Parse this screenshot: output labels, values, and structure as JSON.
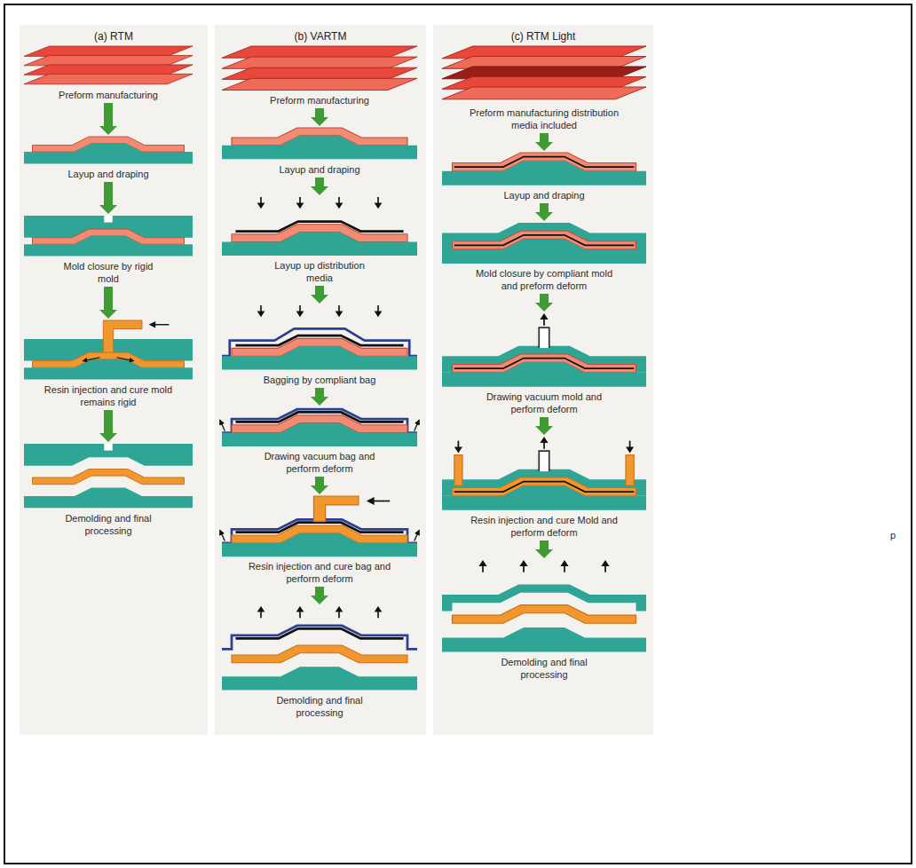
{
  "diagram": {
    "nodes": [
      {
        "text": [
          "(a) RTM"
        ]
      },
      {
        "text": [
          "Preform manufacturing"
        ],
        "in": 0
      },
      {
        "text": [
          "Layup and draping"
        ],
        "in": 0
      },
      {
        "text": [
          "Mold closure by rigid mold"
        ],
        "in": 0
      },
      {
        "text": [
          "Resin injection and cure mold remains rigid"
        ],
        "in": 0
      },
      {
        "text": [
          "Demolding and final processing"
        ],
        "in": 0
      },
      {
        "text": [
          "(b) VARTM"
        ]
      },
      {
        "text": [
          "Preform manufacturing"
        ],
        "in": 6
      },
      {
        "text": [
          "Layup and draping"
        ],
        "in": 6
      },
      {
        "text": [
          "Layup up distribution media"
        ],
        "in": 6
      },
      {
        "text": [
          "Bagging by compliant bag"
        ],
        "in": 6
      },
      {
        "text": [
          "Drawing vacuum bag and perform deform"
        ],
        "in": 6
      },
      {
        "text": [
          "Resin injection and cure bag and perform deform"
        ],
        "in": 6
      },
      {
        "text": [
          "Demolding and final processing"
        ],
        "in": 6
      },
      {
        "text": [
          "(c) RTM Light"
        ]
      },
      {
        "text": [
          "Preform manufacturing distribution media included"
        ],
        "in": 14
      },
      {
        "text": [
          "Layup and draping"
        ],
        "in": 14
      },
      {
        "text": [
          "Mold closure by compliant mold and preform deform"
        ],
        "in": 14
      },
      {
        "text": [
          "Drawing vacuum mold and perform deform"
        ],
        "in": 14
      },
      {
        "text": [
          "Resin injection and cure Mold and perform deform"
        ],
        "in": 14
      },
      {
        "text": [
          "Demolding and final processing"
        ],
        "in": 14
      }
    ],
    "edges": [
      {
        "from": 1,
        "to": 2,
        "arrow": "to"
      },
      {
        "from": 2,
        "to": 3,
        "arrow": "to"
      },
      {
        "from": 3,
        "to": 4,
        "arrow": "to"
      },
      {
        "from": 4,
        "to": 5,
        "arrow": "to"
      },
      {
        "from": 7,
        "to": 8,
        "arrow": "to"
      },
      {
        "from": 8,
        "to": 9,
        "arrow": "to"
      },
      {
        "from": 9,
        "to": 10,
        "arrow": "to"
      },
      {
        "from": 10,
        "to": 11,
        "arrow": "to"
      },
      {
        "from": 11,
        "to": 12,
        "arrow": "to"
      },
      {
        "from": 12,
        "to": 13,
        "arrow": "to"
      },
      {
        "from": 15,
        "to": 16,
        "arrow": "to"
      },
      {
        "from": 16,
        "to": 17,
        "arrow": "to"
      },
      {
        "from": 17,
        "to": 18,
        "arrow": "to"
      },
      {
        "from": 18,
        "to": 19,
        "arrow": "to"
      },
      {
        "from": 19,
        "to": 20,
        "arrow": "to"
      }
    ],
    "labels": [
      "p"
    ]
  }
}
